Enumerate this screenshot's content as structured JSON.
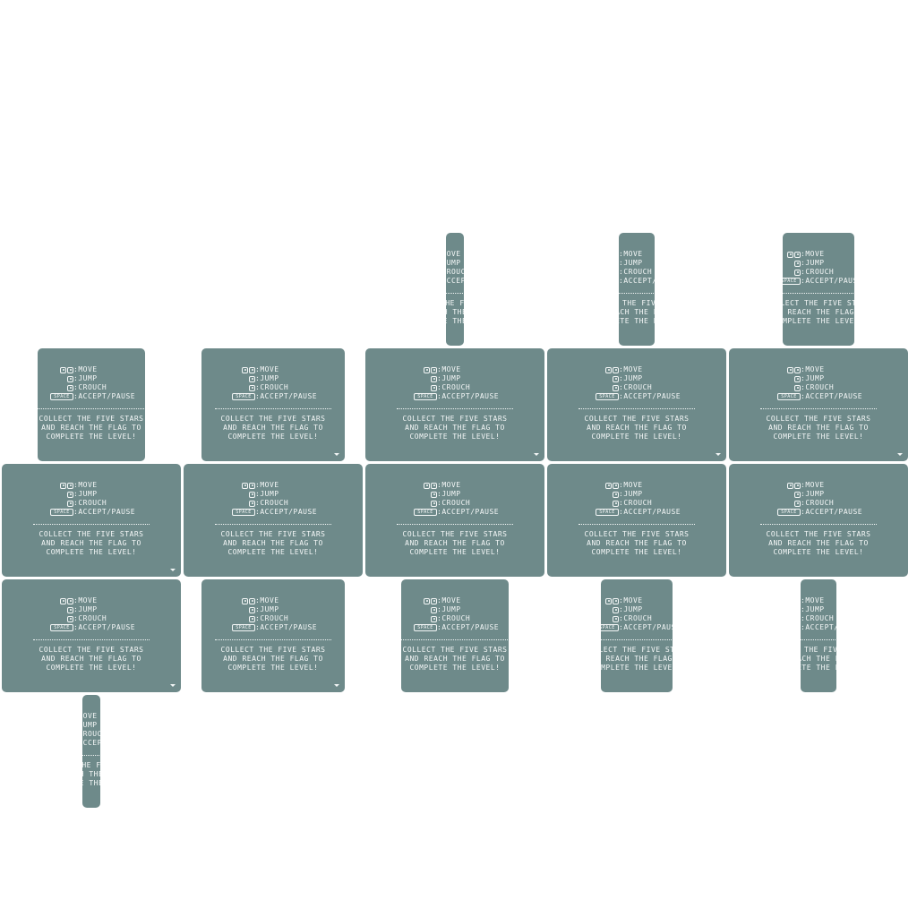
{
  "panel_text": {
    "key_space": "SPACE",
    "move": ":MOVE",
    "jump": ":JUMP",
    "crouch": ":CROUCH",
    "accept": ":ACCEPT/PAUSE",
    "message_line1": "COLLECT THE FIVE STARS",
    "message_line2": "AND REACH THE FLAG TO",
    "message_line3": "COMPLETE THE LEVEL!"
  },
  "icons": {
    "arrow_keys": "arrow-keys-icon",
    "up_key": "up-key-icon",
    "down_key": "down-key-icon",
    "space_key": "space-key-icon",
    "scroll_arrow": "scroll-down-arrow-icon"
  },
  "colors": {
    "panel_background": "#6e8a8a",
    "panel_text": "#f4f7f7",
    "page_background": "#ffffff"
  }
}
